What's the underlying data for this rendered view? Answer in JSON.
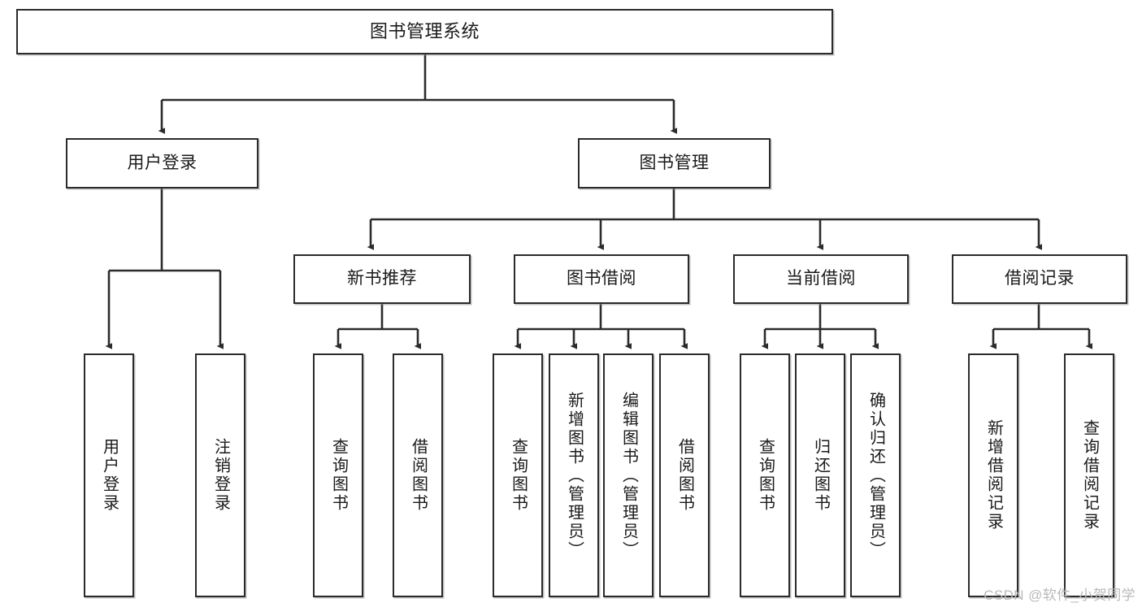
{
  "diagram": {
    "title": "图书管理系统",
    "type": "tree-hierarchy-chart",
    "watermark": "CSDN @软件_小贺同学",
    "colors": {
      "box_border": "#2b2b2b",
      "box_fill": "#ffffff",
      "edge": "#2b2b2b",
      "text": "#1a1a1a",
      "watermark": "#b9b9b9",
      "canvas": "#ffffff"
    },
    "root": {
      "label": "图书管理系统"
    },
    "level2": [
      {
        "label": "用户登录"
      },
      {
        "label": "图书管理"
      }
    ],
    "level3": [
      {
        "label": "新书推荐"
      },
      {
        "label": "图书借阅"
      },
      {
        "label": "当前借阅"
      },
      {
        "label": "借阅记录"
      }
    ],
    "leaves_user_login": [
      {
        "label": "用户登录"
      },
      {
        "label": "注销登录"
      }
    ],
    "leaves_new_book": [
      {
        "label": "查询图书"
      },
      {
        "label": "借阅图书"
      }
    ],
    "leaves_borrow": [
      {
        "label": "查询图书"
      },
      {
        "label": "新增图书（管理员）"
      },
      {
        "label": "编辑图书（管理员）"
      },
      {
        "label": "借阅图书"
      }
    ],
    "leaves_current": [
      {
        "label": "查询图书"
      },
      {
        "label": "归还图书"
      },
      {
        "label": "确认归还（管理员）"
      }
    ],
    "leaves_records": [
      {
        "label": "新增借阅记录"
      },
      {
        "label": "查询借阅记录"
      }
    ]
  }
}
